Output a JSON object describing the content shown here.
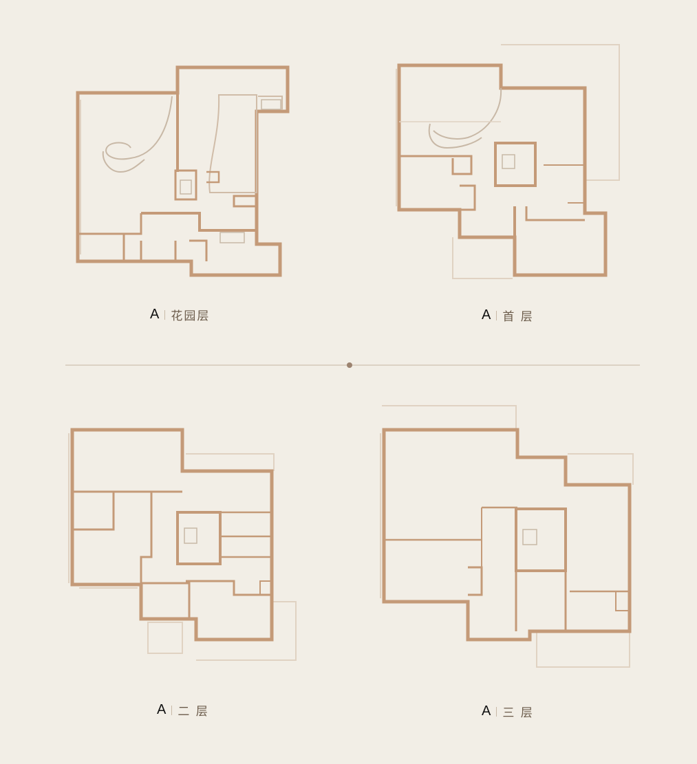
{
  "plans": [
    {
      "letter": "A",
      "name": "花园层"
    },
    {
      "letter": "A",
      "name": "首 层"
    },
    {
      "letter": "A",
      "name": "二 层"
    },
    {
      "letter": "A",
      "name": "三 层"
    }
  ],
  "colors": {
    "background": "#f2eee6",
    "wall": "#c49a78",
    "wall_thin": "#d8c6b4",
    "stair": "#c8b8a6",
    "divider": "#d5c8b8"
  }
}
